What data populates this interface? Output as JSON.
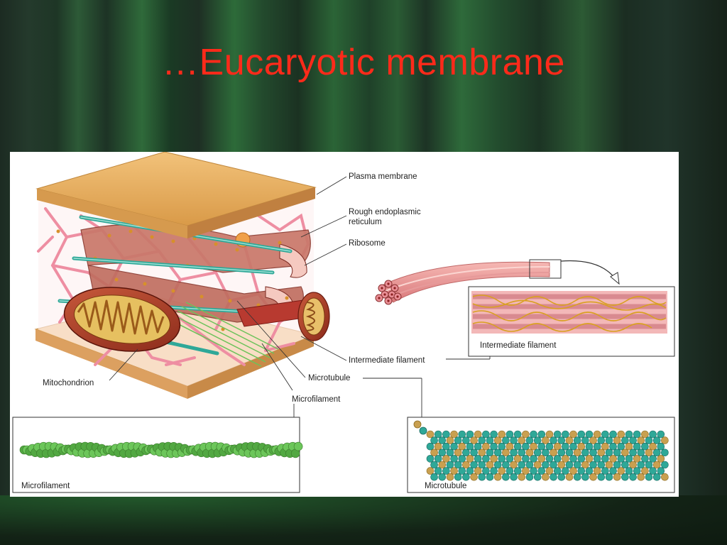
{
  "slide": {
    "title": "…Eucaryotic membrane"
  },
  "figure": {
    "labels": {
      "plasma_membrane": "Plasma membrane",
      "rough_er_line1": "Rough endoplasmic",
      "rough_er_line2": "reticulum",
      "ribosome": "Ribosome",
      "intermediate_filament": "Intermediate filament",
      "microtubule": "Microtubule",
      "microfilament": "Microfilament",
      "mitochondrion": "Mitochondrion"
    },
    "insets": {
      "intermediate_filament": "Intermediate filament",
      "microfilament": "Microfilament",
      "microtubule": "Microtubule"
    }
  },
  "colors": {
    "title": "#ff2a1a",
    "membrane": "#e8b060",
    "filament_pink": "#f08aa0",
    "microtubule_teal": "#2fa898",
    "mitochondrion": "#b8452e",
    "microfilament_green": "#5db84a"
  }
}
